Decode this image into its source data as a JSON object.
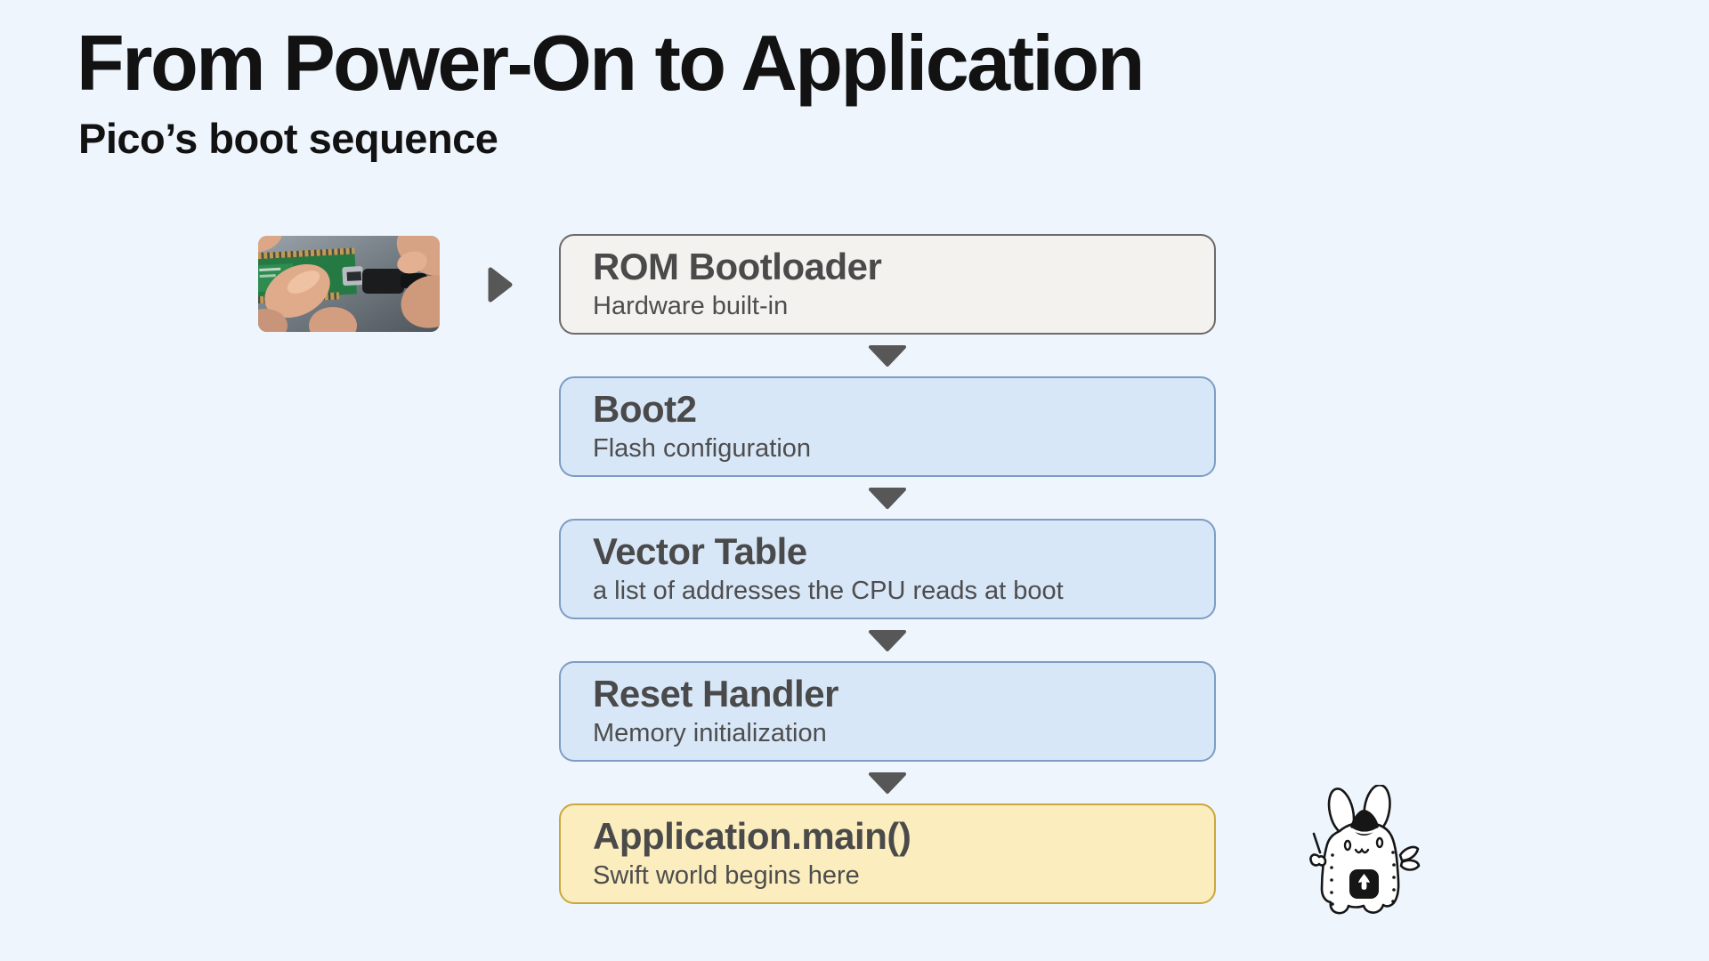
{
  "slide": {
    "title": "From Power-On to Application",
    "subtitle": "Pico’s boot sequence"
  },
  "flow": {
    "steps": [
      {
        "title": "ROM Bootloader",
        "subtitle": "Hardware built-in",
        "variant": "gray"
      },
      {
        "title": "Boot2",
        "subtitle": "Flash configuration",
        "variant": "blue"
      },
      {
        "title": "Vector Table",
        "subtitle": "a list of addresses the CPU reads at boot",
        "variant": "blue"
      },
      {
        "title": "Reset Handler",
        "subtitle": "Memory initialization",
        "variant": "blue"
      },
      {
        "title": "Application.main()",
        "subtitle": "Swift world begins here",
        "variant": "yellow"
      }
    ]
  },
  "media": {
    "photo_alt": "Hands plugging a USB cable into a Raspberry Pi Pico board",
    "mascot_alt": "Hand-drawn Pico board bunny mascot"
  },
  "colors": {
    "background": "#eef5fd",
    "box_gray_fill": "#f3f2ef",
    "box_gray_border": "#6a6a6a",
    "box_blue_fill": "#d8e7f8",
    "box_blue_border": "#7d9dc2",
    "box_yellow_fill": "#fcedbe",
    "box_yellow_border": "#c8a83e",
    "arrow": "#575757",
    "heading_text": "#121212",
    "box_text": "#4a4a4a"
  }
}
